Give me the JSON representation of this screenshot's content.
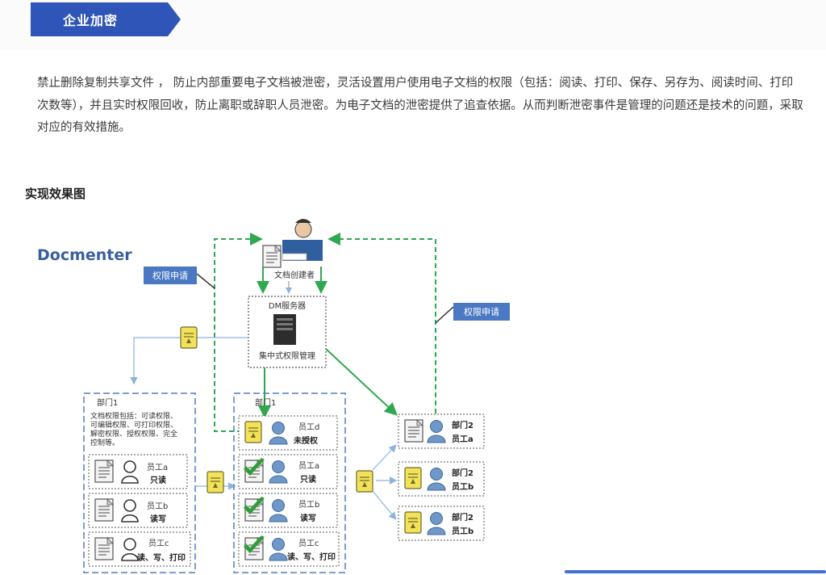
{
  "header": {
    "title": "企业加密"
  },
  "intro": {
    "text": "禁止删除复制共享文件 ， 防止内部重要电子文档被泄密，灵活设置用户使用电子文档的权限（包括：阅读、打印、保存、另存为、阅读时间、打印次数等），并且实时权限回收，防止离职或辞职人员泄密。为电子文档的泄密提供了追查依据。从而判断泄密事件是管理的问题还是技术的问题，采取对应的有效措施。"
  },
  "section": {
    "title": "实现效果图"
  },
  "diagram": {
    "brand": "Docmenter",
    "request_label_left": "权限申请",
    "request_label_right": "权限申请",
    "creator_label": "文档创建者",
    "server_label": "DM服务器",
    "server_caption": "集中式权限管理",
    "left_dept": {
      "title": "部门1",
      "desc_lines": [
        "文档权限包括：可读权限、",
        "可编辑权限、可打印权限、",
        "解密权限、授权权限、完全",
        "控制等。"
      ],
      "staff": [
        {
          "name": "员工a",
          "perm": "只读"
        },
        {
          "name": "员工b",
          "perm": "读写"
        },
        {
          "name": "员工c",
          "perm": "读、写、打印"
        }
      ]
    },
    "mid_dept": {
      "title": "部门1",
      "staff": [
        {
          "name": "员工d",
          "perm": "未授权"
        },
        {
          "name": "员工a",
          "perm": "只读"
        },
        {
          "name": "员工b",
          "perm": "读写"
        },
        {
          "name": "员工c",
          "perm": "读、写、打印"
        }
      ]
    },
    "right_dept": [
      {
        "dept": "部门2",
        "name": "员工a"
      },
      {
        "dept": "部门2",
        "name": "员工b"
      },
      {
        "dept": "部门2",
        "name": "员工b"
      }
    ],
    "colors": {
      "banner": "#2f55b8",
      "arrow_green": "#2fa84f",
      "tag_blue": "#4a78c2",
      "dashed": "#4f7fc0"
    }
  }
}
